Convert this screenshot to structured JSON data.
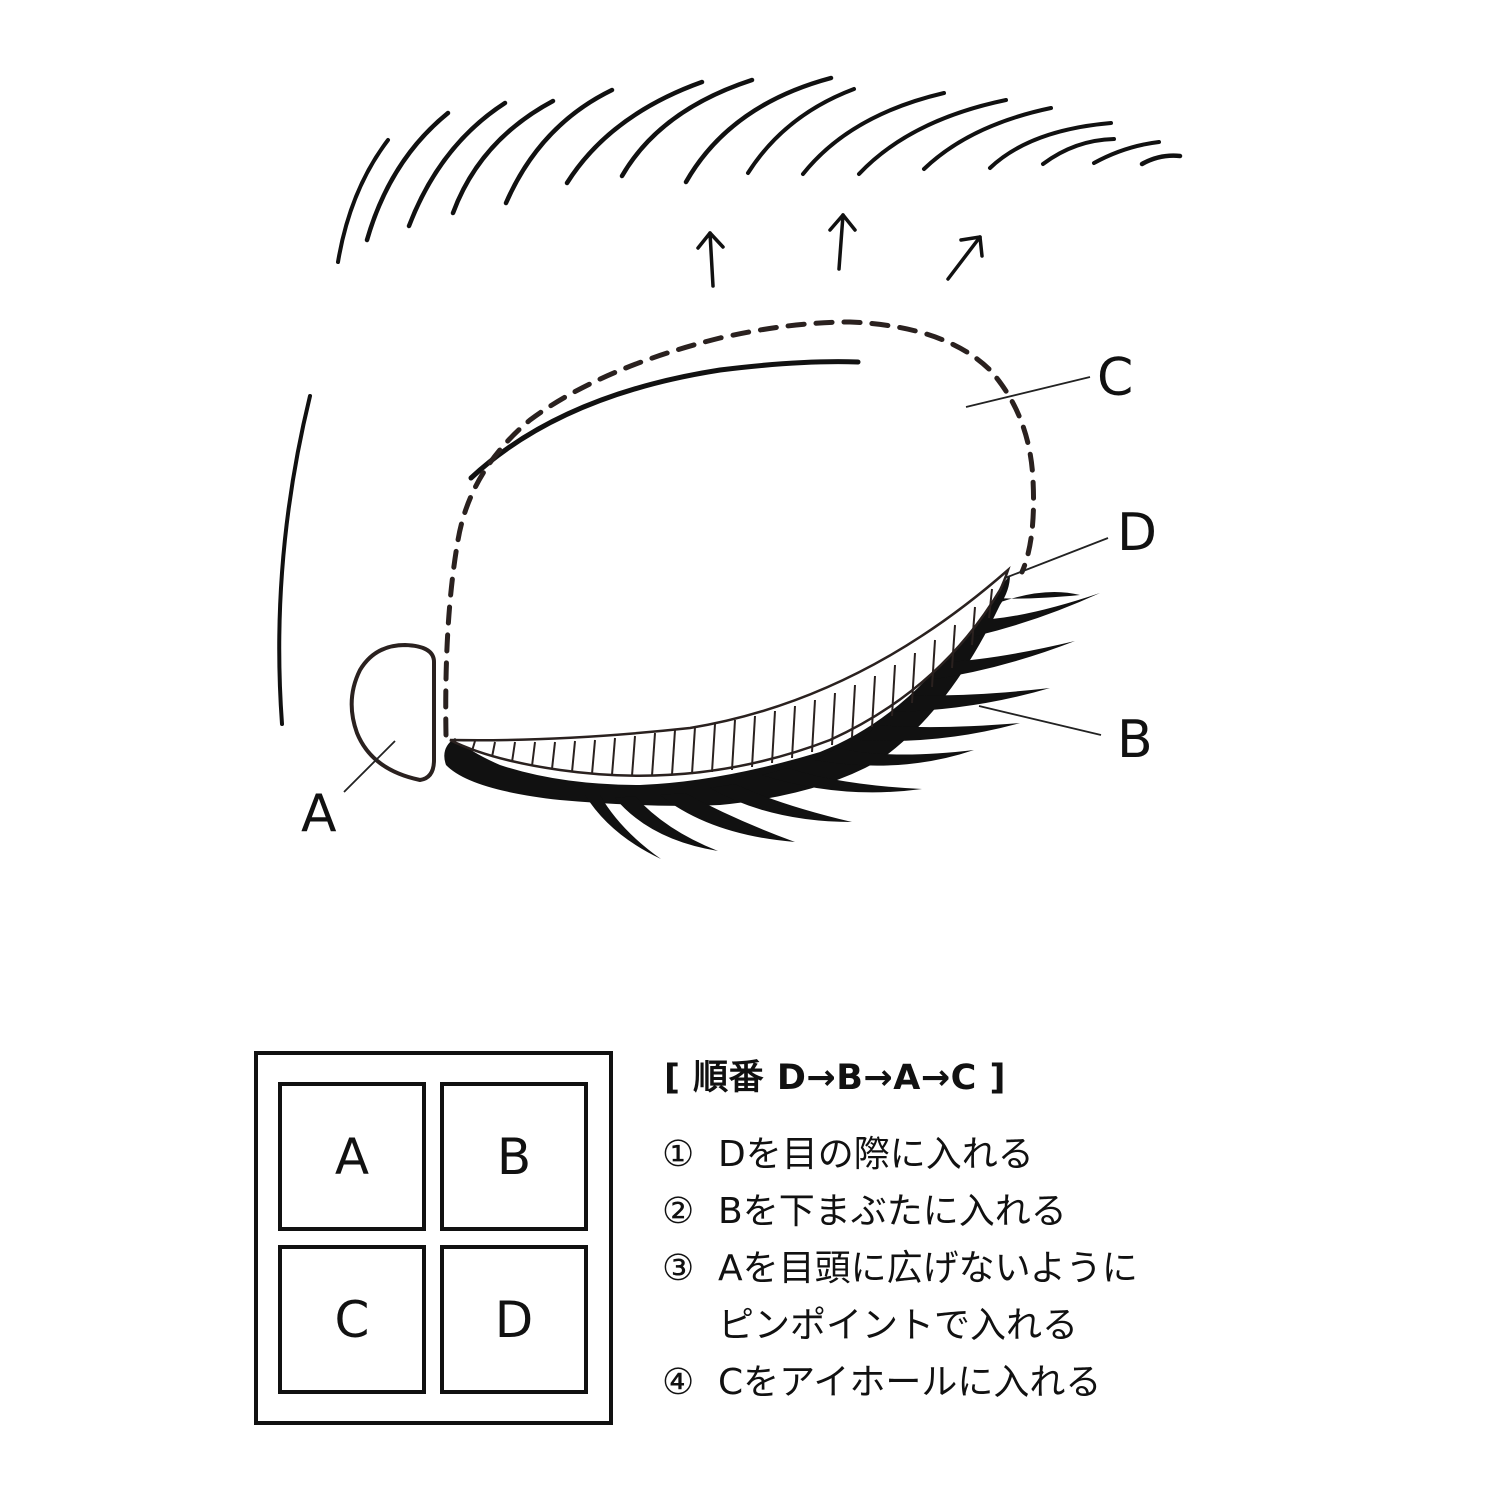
{
  "diagram": {
    "labels": {
      "A": "A",
      "B": "B",
      "C": "C",
      "D": "D"
    },
    "colors": {
      "line": "#111111",
      "dash": "#2a211f",
      "hatch": "#2a211f",
      "background": "#ffffff"
    }
  },
  "palette": {
    "cells": [
      "A",
      "B",
      "C",
      "D"
    ]
  },
  "steps": {
    "title": "[ 順番 D→B→A→C ]",
    "items": [
      {
        "num": "①",
        "text": "Dを目の際に入れる"
      },
      {
        "num": "②",
        "text": "Bを下まぶたに入れる"
      },
      {
        "num": "③",
        "text": "Aを目頭に広げないように\nピンポイントで入れる"
      },
      {
        "num": "④",
        "text": "Cをアイホールに入れる"
      }
    ]
  }
}
